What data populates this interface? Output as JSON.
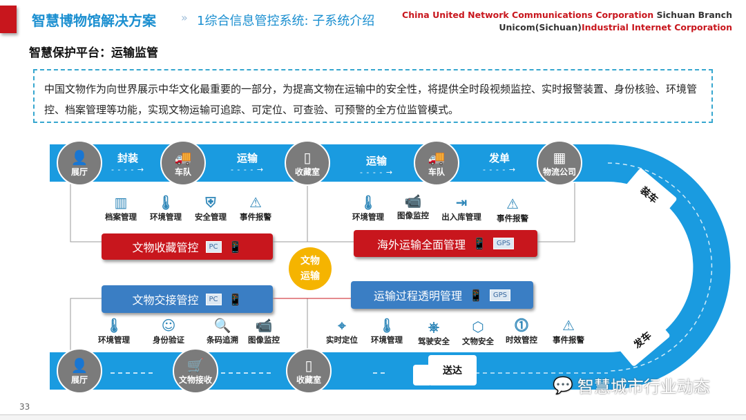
{
  "header": {
    "title": "智慧博物馆解决方案",
    "separator": "»",
    "subtitle": "1综合信息管控系统: 子系统介绍",
    "corp_line1_red": "China United Network Communications Corporation",
    "corp_line1_dark": " Sichuan Branch",
    "corp_line2_dark": "Unicom(Sichuan)",
    "corp_line2_red": "Industrial Internet Corporation"
  },
  "section_title": "智慧保护平台：运输监管",
  "intro": "中国文物作为向世界展示中华文化最重要的一部分，为提高文物在运输中的安全性，将提供全时段视频监控、实时报警装置、身份核验、环境管控、档案管理等功能，实现文物运输可追踪、可定位、可查验、可预警的全方位监管模式。",
  "top_nodes": [
    "展厅",
    "车队",
    "收藏室",
    "车队",
    "物流公司"
  ],
  "top_flows": [
    "封装",
    "运输",
    "运输",
    "发单"
  ],
  "bottom_nodes": [
    "展厅",
    "文物接收",
    "收藏室"
  ],
  "features_top_left": [
    "档案管理",
    "环境管理",
    "安全管理",
    "事件报警"
  ],
  "features_top_right": [
    "环境管理",
    "图像监控",
    "出入库管理",
    "事件报警"
  ],
  "features_bottom_left": [
    "环境管理",
    "身份验证",
    "条码追溯",
    "图像监控"
  ],
  "features_bottom_right": [
    "实时定位",
    "环境管理",
    "驾驶安全",
    "文物安全",
    "时效管控",
    "事件报警"
  ],
  "boxes": {
    "collection": "文物收藏管控",
    "overseas": "海外运输全面管理",
    "handover": "文物交接管控",
    "transparent": "运输过程透明管理",
    "pc": "PC",
    "gps": "GPS"
  },
  "center": {
    "line1": "文物",
    "line2": "运输"
  },
  "trucks": {
    "load": "装车",
    "depart": "发车",
    "deliver": "送达"
  },
  "watermark": "智慧城市行业动态",
  "page_number": "33",
  "colors": {
    "road": "#1a9be0",
    "red": "#c8161d",
    "blue": "#3a7ec4",
    "node": "#7b7b7b",
    "yellow": "#f5b400"
  }
}
